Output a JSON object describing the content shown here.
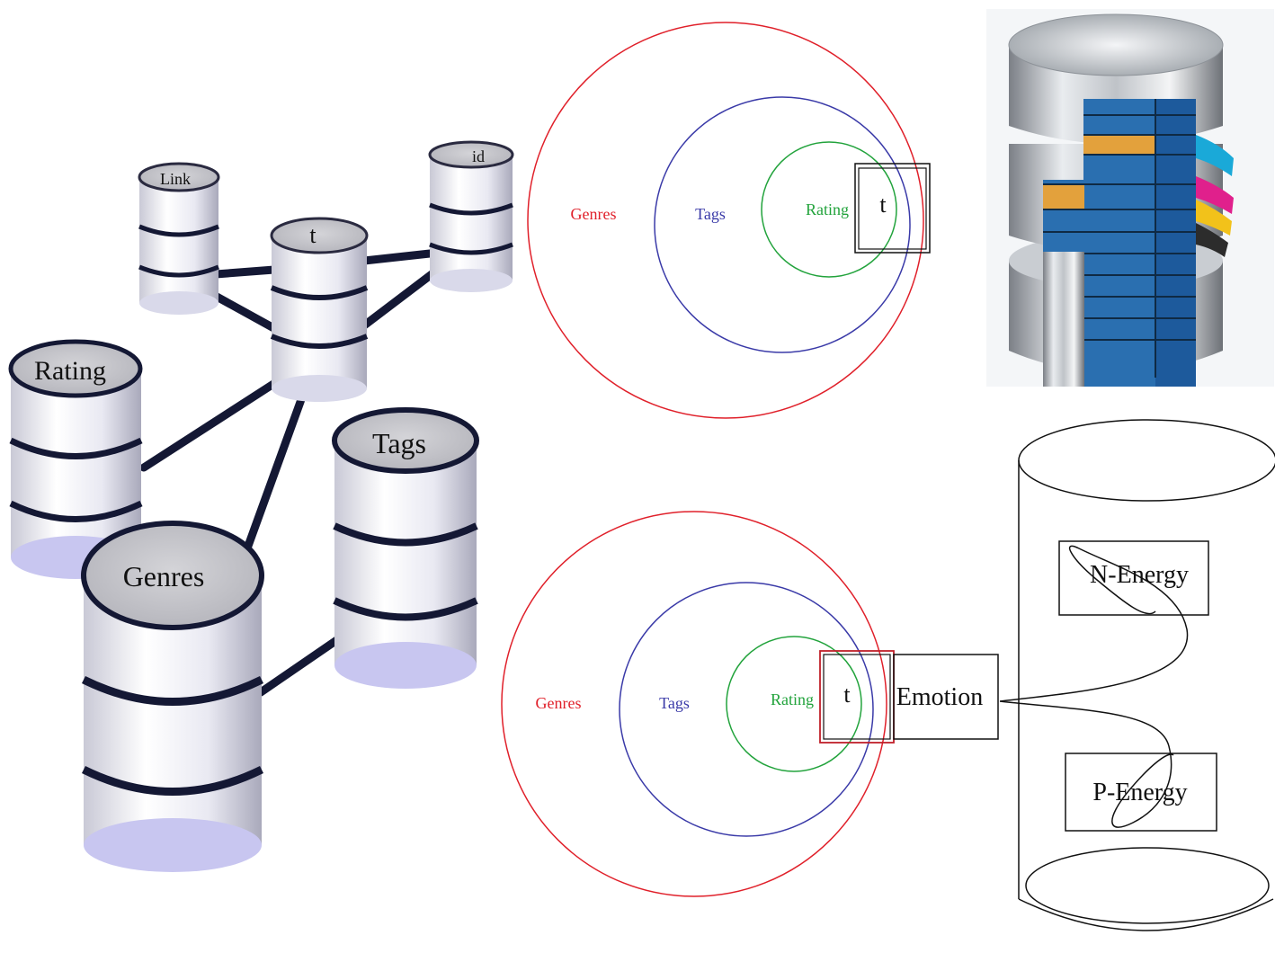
{
  "network": {
    "nodes": {
      "link": "Link",
      "id": "id",
      "t": "t",
      "rating": "Rating",
      "tags": "Tags",
      "genres": "Genres"
    }
  },
  "venn_top": {
    "genres": "Genres",
    "tags": "Tags",
    "rating": "Rating",
    "t": "t"
  },
  "venn_bottom": {
    "genres": "Genres",
    "tags": "Tags",
    "rating": "Rating",
    "t": "t",
    "emotion": "Emotion"
  },
  "energy_store": {
    "n_energy": "N-Energy",
    "p_energy": "P-Energy"
  },
  "colors": {
    "genres": "#e0202a",
    "tags": "#3a3aa8",
    "rating": "#22a33c",
    "db_line": "#141834",
    "db_glow": "#8a88f0"
  },
  "icons": {
    "database": "database-icon"
  }
}
